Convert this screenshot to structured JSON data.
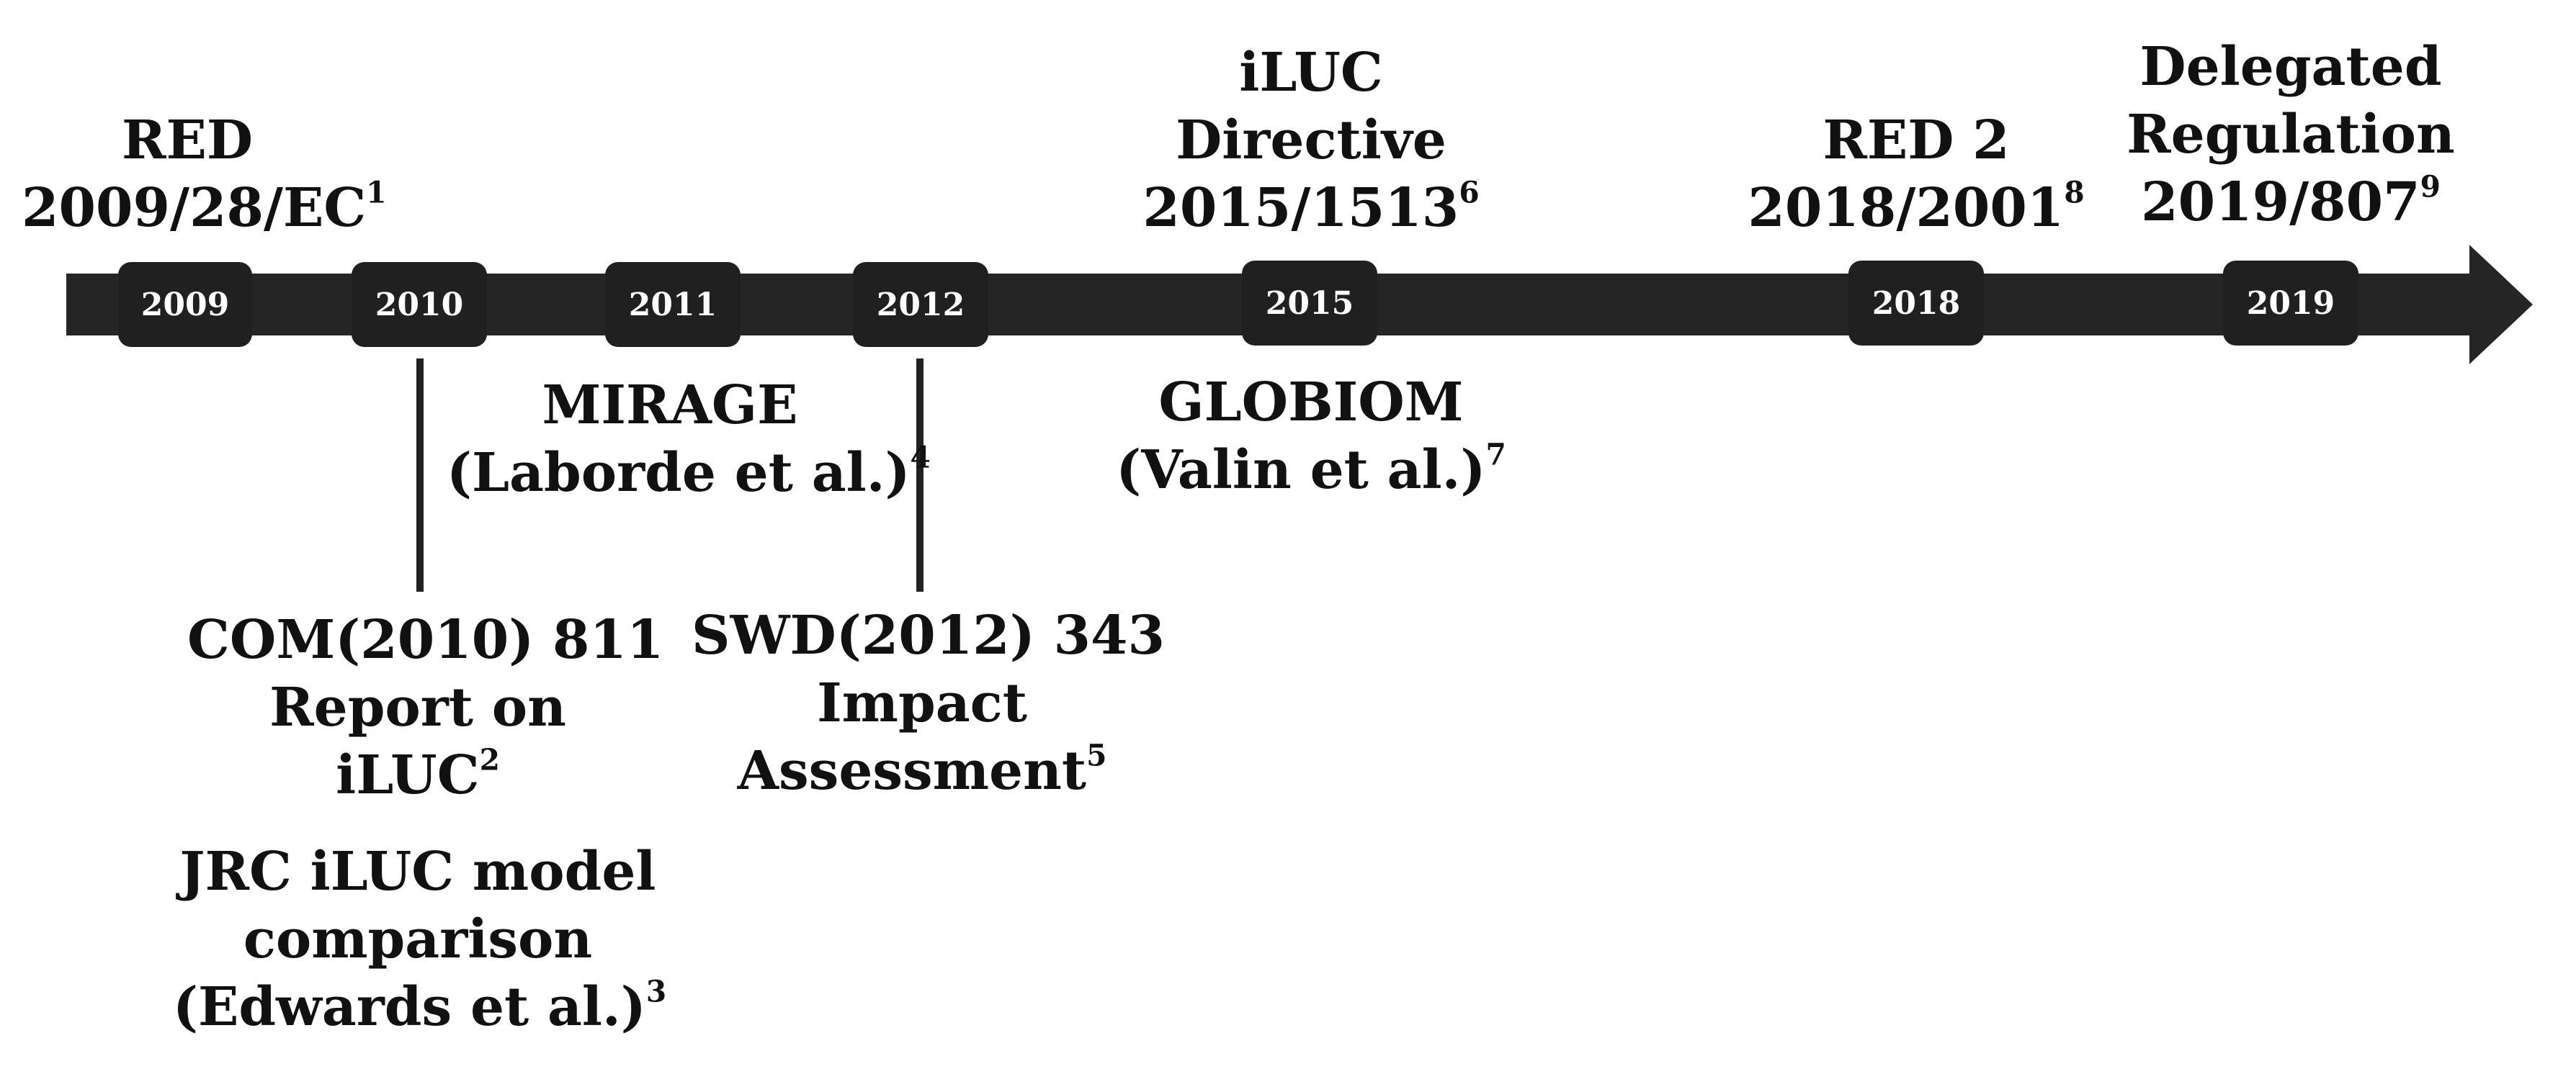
{
  "timeline": {
    "years": [
      {
        "label": "2009"
      },
      {
        "label": "2010"
      },
      {
        "label": "2011"
      },
      {
        "label": "2012"
      },
      {
        "label": "2015"
      },
      {
        "label": "2018"
      },
      {
        "label": "2019"
      }
    ]
  },
  "events_above": {
    "red": {
      "line1": "RED",
      "line2": "2009/28/EC",
      "ref": "1"
    },
    "iluc": {
      "line1": "iLUC",
      "line2": "Directive",
      "line3": "2015/1513",
      "ref": "6"
    },
    "red2": {
      "line1": "RED 2",
      "line2": "2018/2001",
      "ref": "8"
    },
    "delegated": {
      "line1": "Delegated",
      "line2": "Regulation",
      "line3": "2019/807",
      "ref": "9"
    }
  },
  "events_below": {
    "mirage": {
      "line1": "MIRAGE",
      "line2": "(Laborde et al.)",
      "ref": "4"
    },
    "globiom": {
      "line1": "GLOBIOM",
      "line2": "(Valin et al.)",
      "ref": "7"
    },
    "com": {
      "line1": "COM(2010) 811",
      "line2": "Report on",
      "line3": "iLUC",
      "ref": "2"
    },
    "jrc": {
      "line1": "JRC iLUC model",
      "line2": "comparison",
      "line3": "(Edwards et al.)",
      "ref": "3"
    },
    "swd": {
      "line1": "SWD(2012) 343",
      "line2": "Impact",
      "line3": "Assessment",
      "ref": "5"
    }
  },
  "colors": {
    "bar": "#252525",
    "pill": "#202020",
    "pill_text": "#ffffff",
    "text": "#111111"
  }
}
